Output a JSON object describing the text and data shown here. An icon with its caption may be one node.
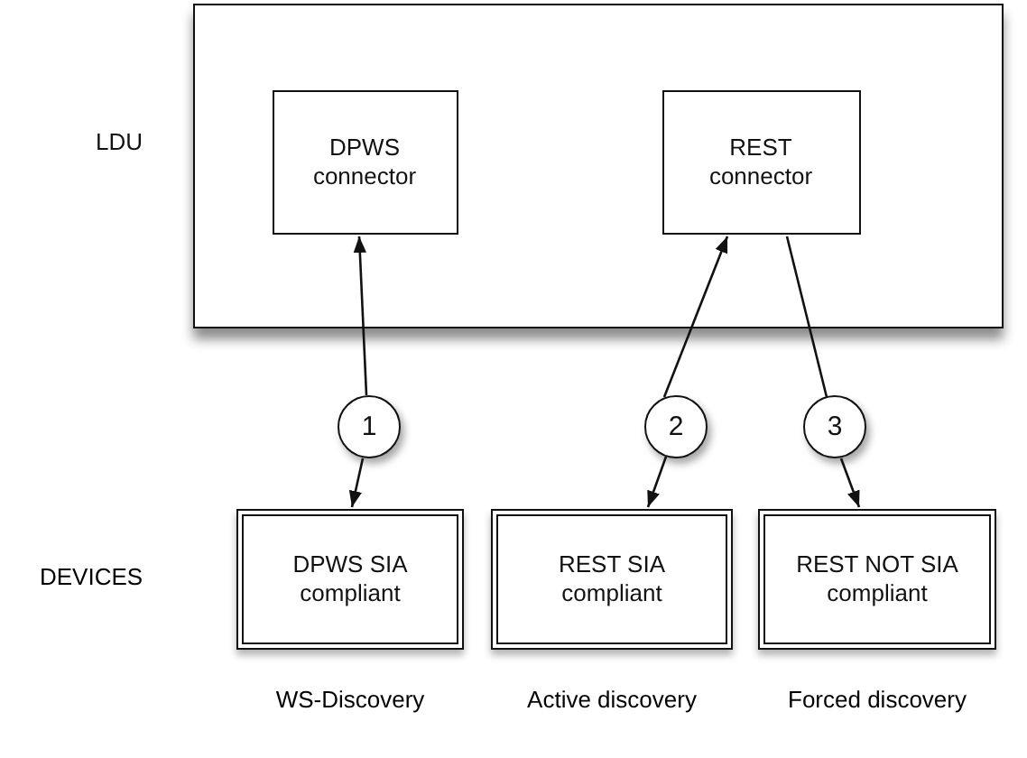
{
  "diagram": {
    "nodes": [
      {
        "text": [
          "LDU"
        ]
      },
      {
        "text": [
          "DPWS connector"
        ],
        "in": 0
      },
      {
        "text": [
          "REST connector"
        ],
        "in": 0
      },
      {
        "text": [
          "1"
        ]
      },
      {
        "text": [
          "2"
        ]
      },
      {
        "text": [
          "3"
        ]
      },
      {
        "text": [
          "DPWS SIA compliant"
        ],
        "beside": [
          "WS-Discovery"
        ]
      },
      {
        "text": [
          "REST SIA compliant"
        ],
        "beside": [
          "Active discovery"
        ]
      },
      {
        "text": [
          "REST NOT SIA compliant"
        ],
        "beside": [
          "Forced discovery"
        ]
      }
    ],
    "edges": [
      {
        "from": 3,
        "to": 1,
        "arrow": "to"
      },
      {
        "from": 3,
        "to": 6,
        "arrow": "to"
      },
      {
        "from": 4,
        "to": 2,
        "arrow": "to"
      },
      {
        "from": 4,
        "to": 7,
        "arrow": "to"
      },
      {
        "from": 2,
        "to": 5,
        "arrow": "none"
      },
      {
        "from": 5,
        "to": 8,
        "arrow": "to"
      }
    ],
    "labels": [
      "DEVICES"
    ]
  }
}
